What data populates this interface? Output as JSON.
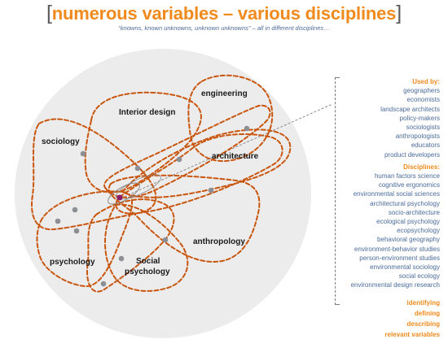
{
  "title": {
    "open": "[",
    "text": "numerous variables – various disciplines",
    "close": "]"
  },
  "subtitle": "“knowns, known unknowns, unknown unknowns” – all in different disciplines…",
  "diagram": {
    "labels": {
      "engineering": "engineering",
      "interior_design": "Interior design",
      "sociology": "sociology",
      "architecture": "architecture",
      "anthropology": "anthropology",
      "psychology": "psychology",
      "social_psychology_1": "Social",
      "social_psychology_2": "psychology"
    },
    "colors": {
      "background_circle": "#ececec",
      "loop_stroke": "#c9560f",
      "dot": "#8d8f96",
      "center_dot": "#8a1a6b",
      "connector": "#8a8a8a"
    }
  },
  "sidebar": {
    "used_by_heading": "Used by:",
    "used_by": [
      "geographers",
      "economists",
      "landscape architects",
      "policy-makers",
      "sociologists",
      "anthropologists",
      "educators",
      "product developers"
    ],
    "disciplines_heading": "Disciplines:",
    "disciplines": [
      "human factors science",
      "cognitive ergonomics",
      "environmental social sciences",
      "architectural psychology",
      "socio-architecture",
      "ecological psychology",
      "ecopsychology",
      "behavioral geography",
      "environment-behavior studies",
      "person-environment studies",
      "environmental sociology",
      "social ecology",
      "environmental design research"
    ],
    "steps": [
      "identifying",
      "defining",
      "describing",
      "relevant variables"
    ]
  }
}
